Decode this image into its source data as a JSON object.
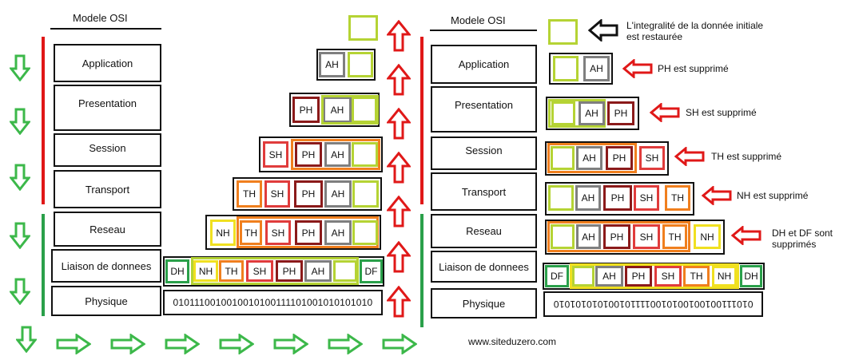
{
  "left_model": {
    "title": "Modele OSI",
    "layers": [
      "Application",
      "Presentation",
      "Session",
      "Transport",
      "Reseau",
      "Liaison de donnees",
      "Physique"
    ]
  },
  "right_model": {
    "title": "Modele OSI",
    "layers": [
      "Application",
      "Presentation",
      "Session",
      "Transport",
      "Reseau",
      "Liaison de donnees",
      "Physique"
    ]
  },
  "headers": {
    "AH": "AH",
    "PH": "PH",
    "SH": "SH",
    "TH": "TH",
    "NH": "NH",
    "DH": "DH",
    "DF": "DF"
  },
  "bitstream": "0101110010010010100111101001010101010",
  "notes": {
    "integrity": "L'integralité de la donnée initiale est restaurée",
    "ph_removed": "PH est supprimé",
    "sh_removed": "SH est supprimé",
    "th_removed": "TH est supprimé",
    "nh_removed": "NH est supprimé",
    "dh_df_removed": "DH et DF  sont supprimés"
  },
  "footer": "www.siteduzero.com",
  "colors": {
    "data": "#b5d334",
    "AH": "#7f7f7f",
    "PH": "#8b1a1a",
    "SH": "#e03c3c",
    "TH": "#f07f1e",
    "NH": "#f0e020",
    "DH": "#2aa04a",
    "DF": "#2aa04a",
    "down_arrow": "#3cb84a",
    "up_arrow": "#e01818",
    "note_arrow": "#e01818",
    "black_arrow": "#111111"
  }
}
